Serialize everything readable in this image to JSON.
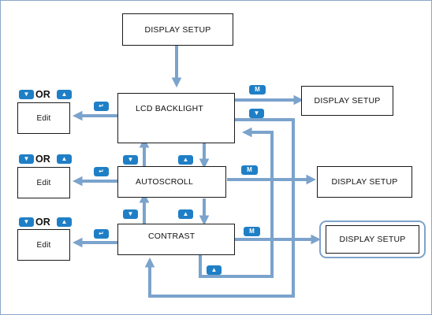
{
  "diagram": {
    "top_box": "DISPLAY SETUP",
    "menu_items": [
      {
        "label": "LCD BACKLIGHT"
      },
      {
        "label": "AUTOSCROLL"
      },
      {
        "label": "CONTRAST"
      }
    ],
    "edit_label": "Edit",
    "or_label": "OR",
    "setup_targets": [
      "DISPLAY SETUP",
      "DISPLAY SETUP",
      "DISPLAY SETUP"
    ],
    "keys": {
      "menu": "M",
      "enter_icon": "enter-icon",
      "up_icon": "up-arrow-icon",
      "down_icon": "down-arrow-icon"
    },
    "colors": {
      "arrow": "#7ba3cc",
      "key": "#1f7fc6",
      "frame": "#8aa6c8",
      "highlight": "#7ea3cc"
    }
  }
}
